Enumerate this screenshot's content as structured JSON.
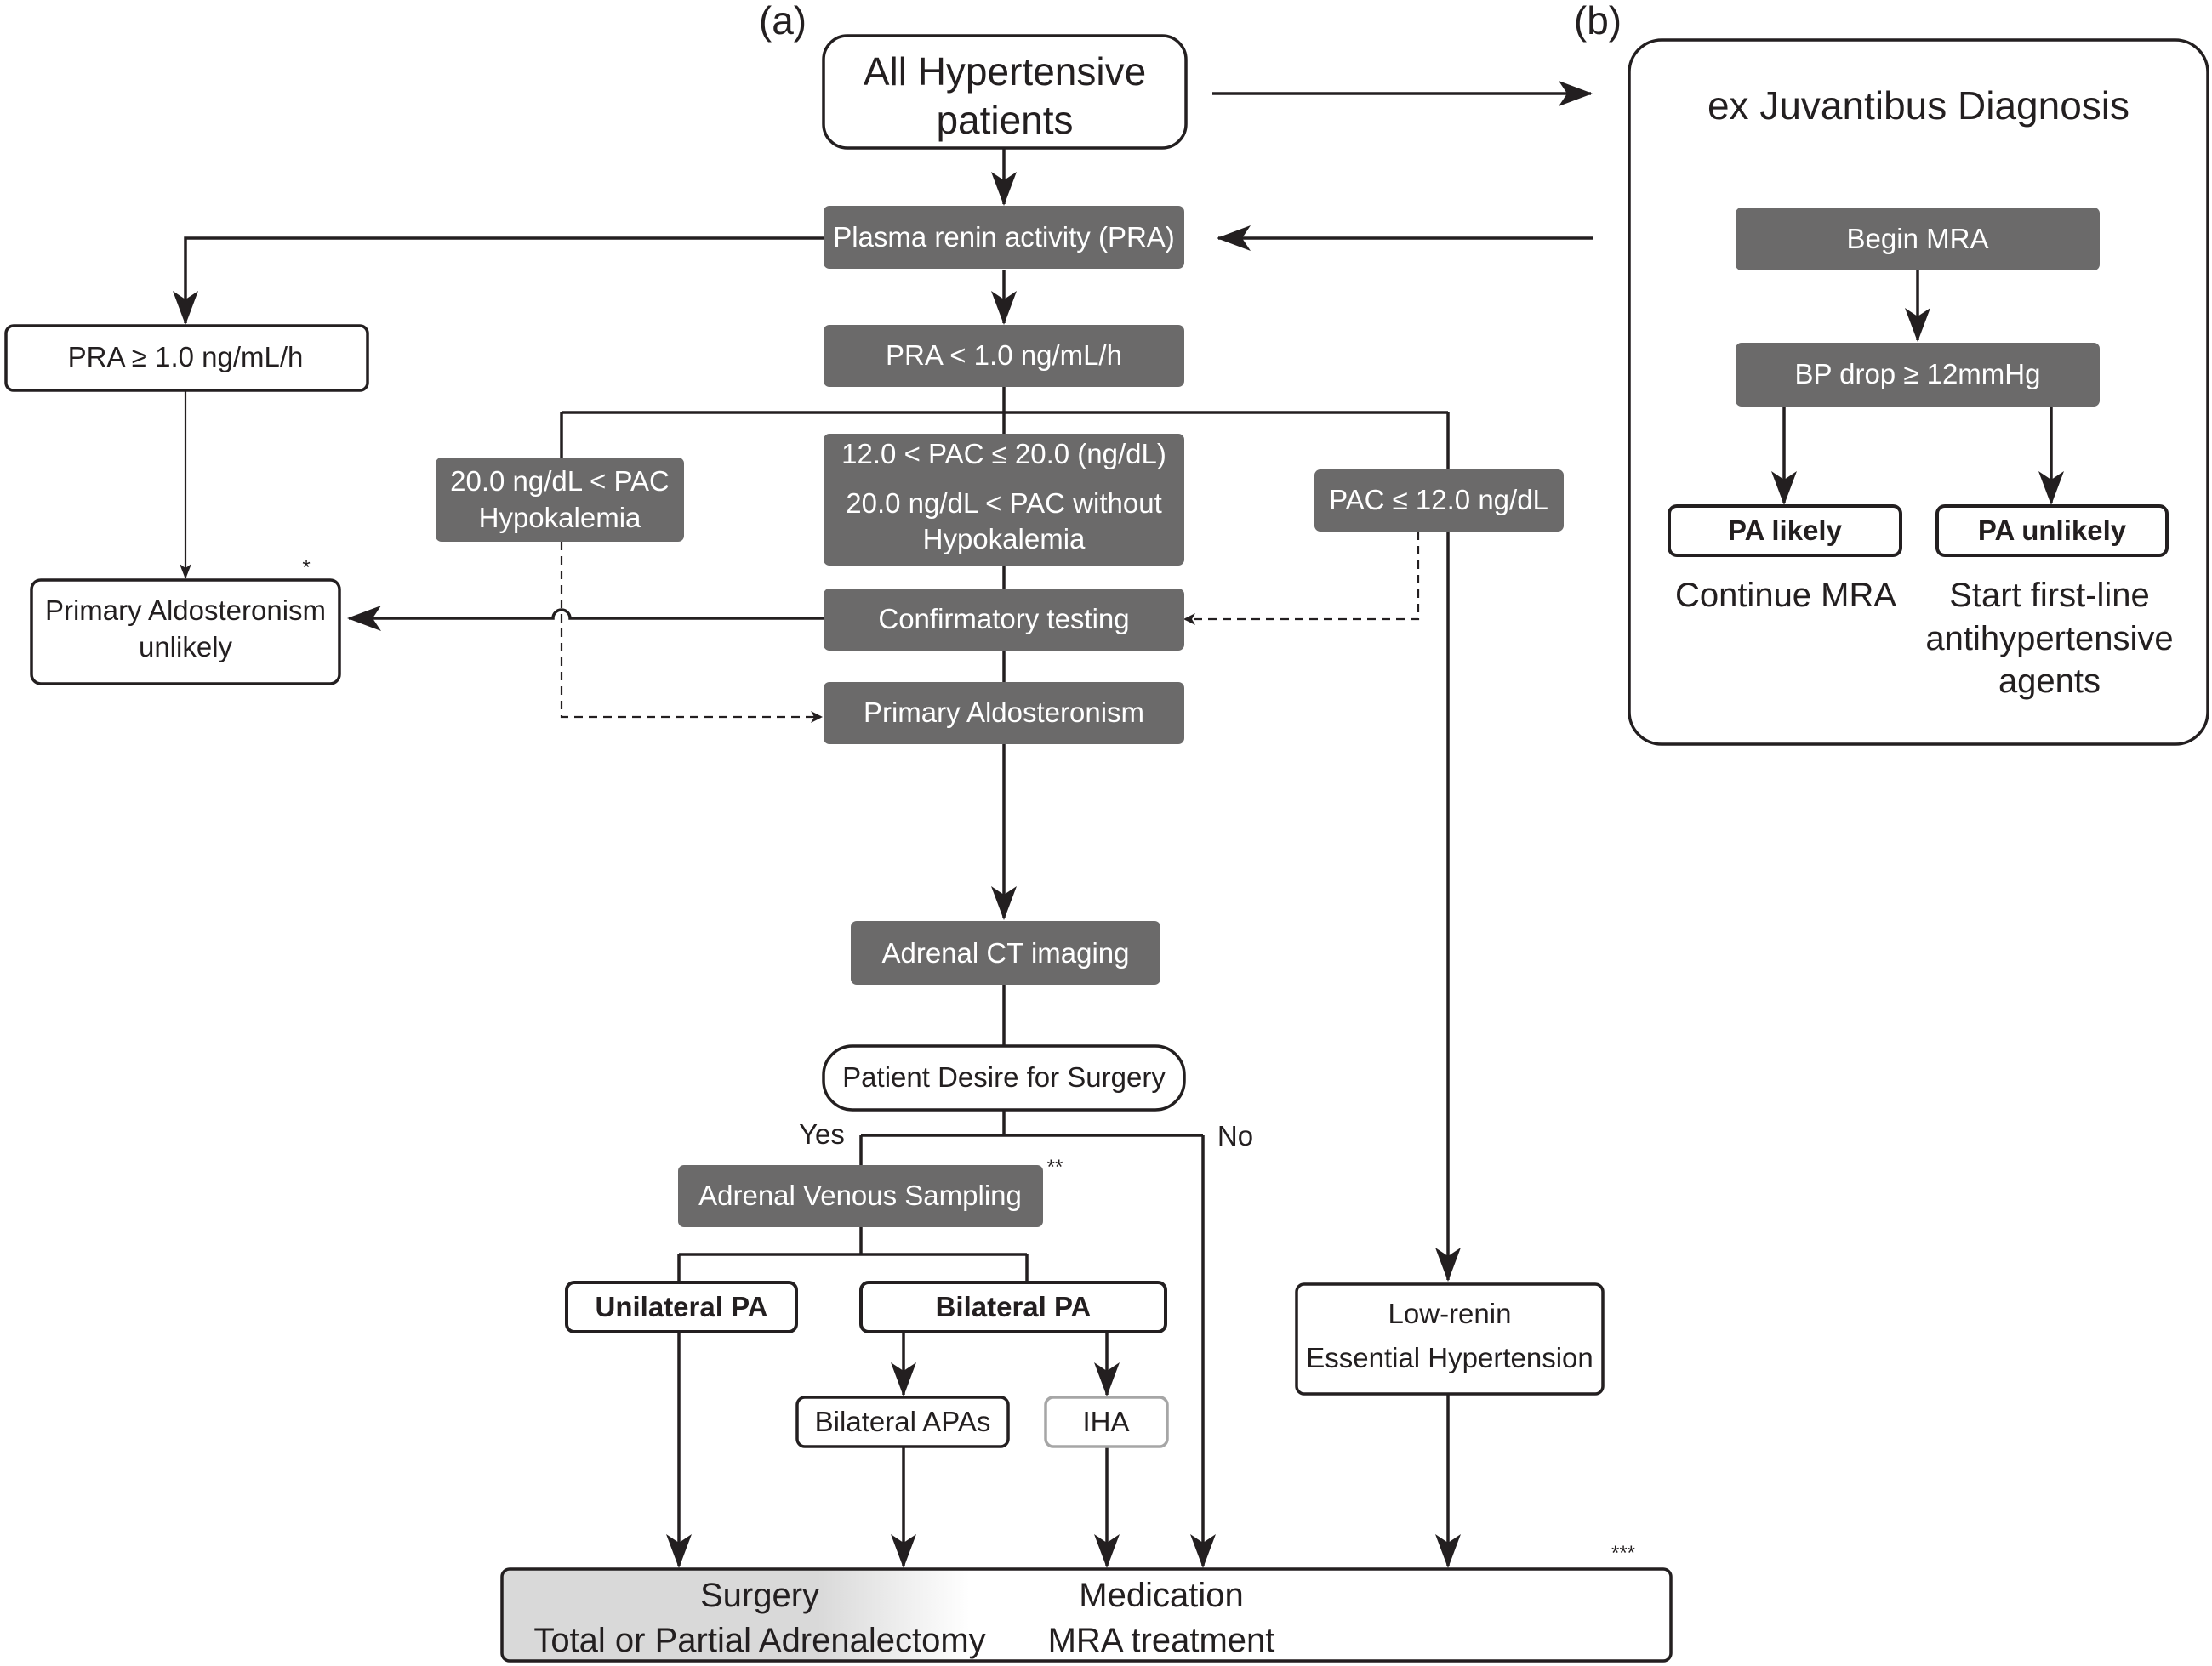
{
  "panels": {
    "a_label": "(a)",
    "b_label": "(b)"
  },
  "nodes": {
    "all_hypertensive": [
      "All Hypertensive",
      "patients"
    ],
    "pra": "Plasma renin activity (PRA)",
    "pra_high": "PRA ≥ 1.0 ng/mL/h",
    "pra_low": "PRA < 1.0 ng/mL/h",
    "pac_high_hypo": [
      "20.0 ng/dL < PAC",
      "Hypokalemia"
    ],
    "pac_mid": [
      "12.0 < PAC ≤ 20.0 (ng/dL)",
      "20.0 ng/dL < PAC without",
      "Hypokalemia"
    ],
    "pac_low": "PAC ≤ 12.0 ng/dL",
    "pa_unlikely_a": [
      "Primary Aldosteronism",
      "unlikely"
    ],
    "confirmatory": "Confirmatory testing",
    "primary_aldo": "Primary Aldosteronism",
    "adrenal_ct": "Adrenal CT imaging",
    "desire_surgery": "Patient Desire for Surgery",
    "yes_label": "Yes",
    "no_label": "No",
    "avs": "Adrenal Venous Sampling",
    "unilateral": "Unilateral PA",
    "bilateral": "Bilateral PA",
    "bilateral_apas": "Bilateral APAs",
    "iha": "IHA",
    "low_renin": [
      "Low-renin",
      "Essential Hypertension"
    ],
    "surgery": [
      "Surgery",
      "Total or Partial Adrenalectomy"
    ],
    "medication": [
      "Medication",
      "MRA treatment"
    ]
  },
  "footnote_marks": {
    "single": "*",
    "double": "**",
    "triple": "***"
  },
  "panel_b": {
    "title": "ex Juvantibus Diagnosis",
    "begin_mra": "Begin MRA",
    "bp_drop": "BP drop ≥ 12mmHg",
    "pa_likely": "PA likely",
    "pa_unlikely": "PA unlikely",
    "continue_mra": "Continue MRA",
    "start_first_line": [
      "Start first-line",
      "antihypertensive",
      "agents"
    ]
  },
  "colors": {
    "dark_box": "#6b6a6a",
    "line": "#231f20",
    "gradient_gray": "#d9d9d9"
  }
}
